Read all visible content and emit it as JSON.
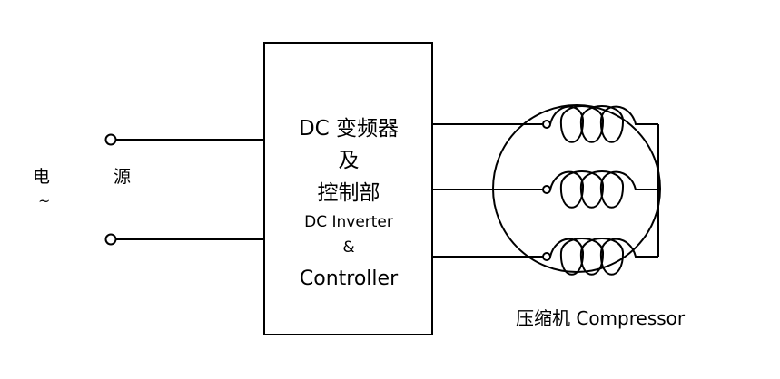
{
  "power_source": {
    "char_1": "电",
    "char_2": "源",
    "ac_symbol": "~"
  },
  "controller": {
    "line_1": "DC 变频器",
    "line_2": "及",
    "line_3": "控制部",
    "line_4": "DC Inverter",
    "line_5": "&",
    "line_6": "Controller"
  },
  "compressor": {
    "label": "压缩机 Compressor"
  },
  "colors": {
    "stroke": "#000000",
    "background": "#ffffff"
  }
}
